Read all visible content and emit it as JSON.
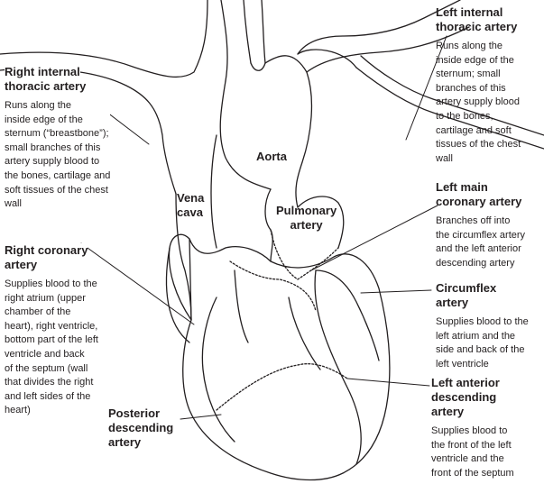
{
  "labels": {
    "right_internal_thoracic": {
      "title": [
        "Right internal",
        "thoracic artery"
      ],
      "desc": [
        "Runs along the",
        "inside edge of the",
        "sternum (“breastbone”);",
        "small branches of this",
        "artery supply blood to",
        "the bones, cartilage and",
        "soft tissues of the chest",
        "wall"
      ]
    },
    "left_internal_thoracic": {
      "title": [
        "Left internal",
        "thoracic artery"
      ],
      "desc": [
        "Runs along the",
        "inside edge of the",
        "sternum; small",
        "branches of this",
        "artery supply blood",
        "to the bones,",
        "cartilage and soft",
        "tissues of the chest",
        "wall"
      ]
    },
    "aorta": {
      "title": [
        "Aorta"
      ]
    },
    "vena_cava": {
      "title": [
        "Vena",
        "cava"
      ]
    },
    "pulmonary_artery": {
      "title": [
        "Pulmonary",
        "artery"
      ]
    },
    "left_main_coronary": {
      "title": [
        "Left main",
        "coronary artery"
      ],
      "desc": [
        "Branches off into",
        "the circumflex artery",
        "and the left anterior",
        "descending artery"
      ]
    },
    "right_coronary": {
      "title": [
        "Right coronary",
        "artery"
      ],
      "desc": [
        "Supplies blood to the",
        "right atrium (upper",
        "chamber of the",
        "heart), right ventricle,",
        "bottom part of the left",
        "ventricle and back",
        "of the septum (wall",
        "that divides the right",
        "and left sides of the",
        "heart)"
      ]
    },
    "circumflex": {
      "title": [
        "Circumflex",
        "artery"
      ],
      "desc": [
        "Supplies blood to the",
        "left atrium and the",
        "side and back of the",
        "left ventricle"
      ]
    },
    "left_anterior_descending": {
      "title": [
        "Left anterior",
        "descending",
        "artery"
      ],
      "desc": [
        "Supplies blood to",
        "the front of the left",
        "ventricle and the",
        "front of the septum"
      ]
    },
    "posterior_descending": {
      "title": [
        "Posterior",
        "descending",
        "artery"
      ]
    }
  }
}
